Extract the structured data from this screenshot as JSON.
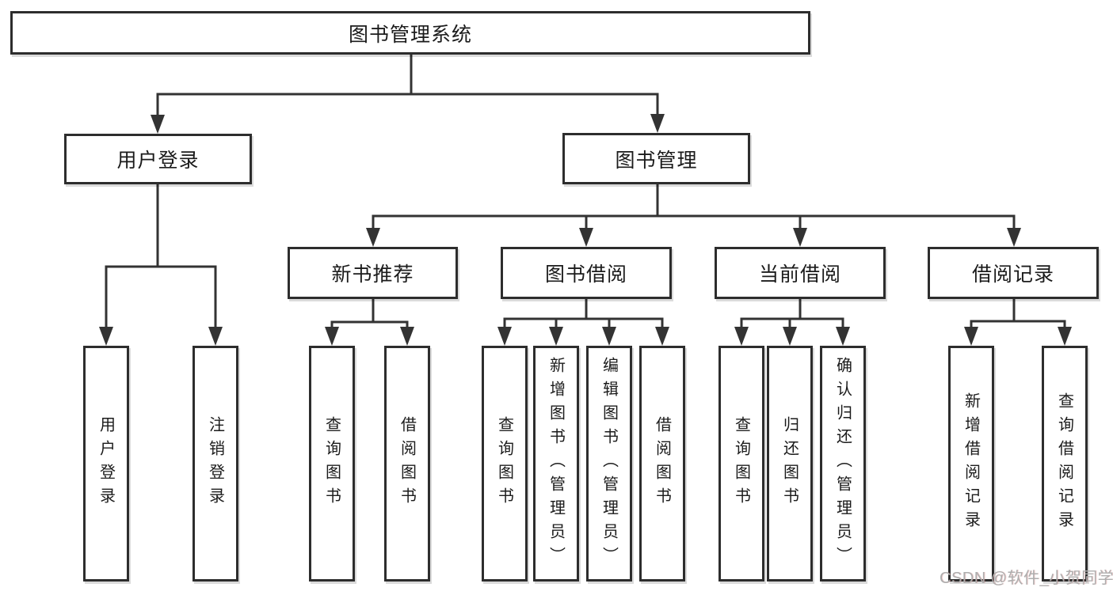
{
  "tree": {
    "label": "图书管理系统",
    "children": [
      {
        "label": "用户登录",
        "children": [
          {
            "label": "用户登录"
          },
          {
            "label": "注销登录"
          }
        ]
      },
      {
        "label": "图书管理",
        "children": [
          {
            "label": "新书推荐",
            "children": [
              {
                "label": "查询图书"
              },
              {
                "label": "借阅图书"
              }
            ]
          },
          {
            "label": "图书借阅",
            "children": [
              {
                "label": "查询图书"
              },
              {
                "label": "新增图书（管理员）"
              },
              {
                "label": "编辑图书（管理员）"
              },
              {
                "label": "借阅图书"
              }
            ]
          },
          {
            "label": "当前借阅",
            "children": [
              {
                "label": "查询图书"
              },
              {
                "label": "归还图书"
              },
              {
                "label": "确认归还（管理员）"
              }
            ]
          },
          {
            "label": "借阅记录",
            "children": [
              {
                "label": "新增借阅记录"
              },
              {
                "label": "查询借阅记录"
              }
            ]
          }
        ]
      }
    ]
  },
  "watermark": {
    "text": "CSDN @软件_小贺同学"
  },
  "colors": {
    "line": "#333333",
    "box_border": "#2d2d2d",
    "text": "#1b1b1b",
    "watermark": "#aeaeae",
    "background": "#ffffff"
  }
}
